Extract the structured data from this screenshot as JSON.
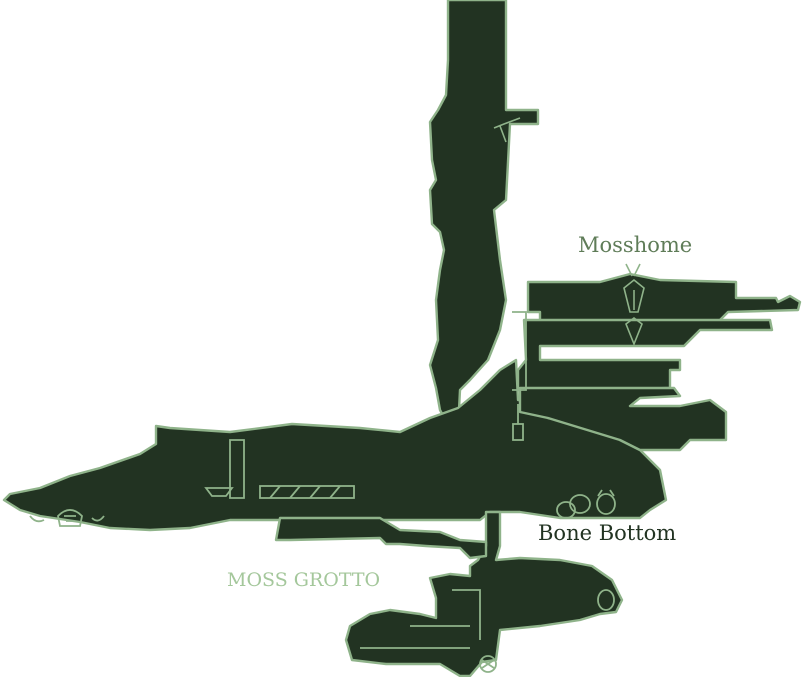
{
  "map": {
    "labels": {
      "mosshome": "Mosshome",
      "bone_bottom": "Bone Bottom",
      "moss_grotto": "MOSS GROTTO"
    }
  },
  "colors": {
    "room_fill": "#223322",
    "room_outline": "#8fb38a",
    "area_label": "#a4c79b",
    "sub_label": "#5f7c58",
    "background": "#ffffff"
  },
  "icons": [
    "bench-icon",
    "shrine-icon",
    "hanging-lantern-icon",
    "bell-icon",
    "stag-station-icon",
    "bug-eggs-icon",
    "pod-icon"
  ]
}
